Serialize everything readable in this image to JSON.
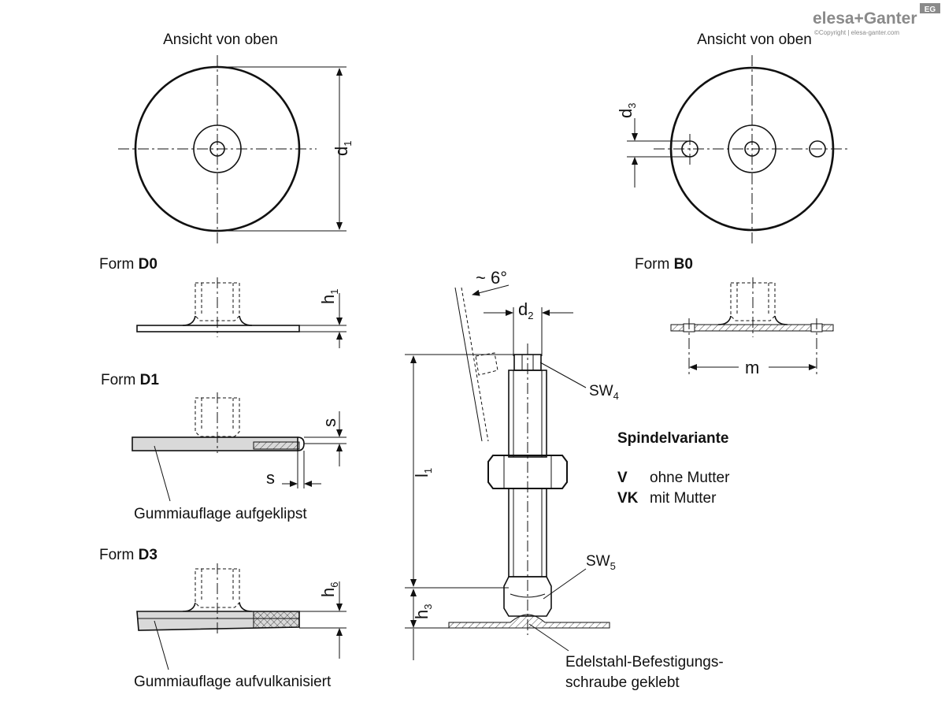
{
  "logo": {
    "brand": "elesa+Ganter",
    "copyright": "©Copyright | elesa-ganter.com",
    "badge": "EG"
  },
  "views": {
    "top_left_title": "Ansicht von oben",
    "top_right_title": "Ansicht von oben"
  },
  "forms": {
    "d0": {
      "prefix": "Form ",
      "code": "D0"
    },
    "d1": {
      "prefix": "Form ",
      "code": "D1"
    },
    "d3": {
      "prefix": "Form ",
      "code": "D3"
    },
    "b0": {
      "prefix": "Form ",
      "code": "B0"
    }
  },
  "dimensions": {
    "d1": {
      "main": "d",
      "sub": "1"
    },
    "d2": {
      "main": "d",
      "sub": "2"
    },
    "d3": {
      "main": "d",
      "sub": "3"
    },
    "h1": {
      "main": "h",
      "sub": "1"
    },
    "h3": {
      "main": "h",
      "sub": "3"
    },
    "h6": {
      "main": "h",
      "sub": "6"
    },
    "l1": {
      "main": "l",
      "sub": "1"
    },
    "sw4": {
      "main": "SW",
      "sub": "4"
    },
    "sw5": {
      "main": "SW",
      "sub": "5"
    },
    "s_vertical": "s",
    "s_horizontal": "s",
    "m": "m",
    "angle": "~ 6°"
  },
  "annotations": {
    "rubber_clipped": "Gummiauflage aufgeklipst",
    "rubber_vulcanized": "Gummiauflage aufvulkanisiert",
    "screw_line1": "Edelstahl-Befestigungs-",
    "screw_line2": "schraube geklebt"
  },
  "spindle": {
    "title": "Spindelvariante",
    "variants": [
      {
        "code": "V",
        "desc": "ohne Mutter"
      },
      {
        "code": "VK",
        "desc": "mit Mutter"
      }
    ]
  }
}
